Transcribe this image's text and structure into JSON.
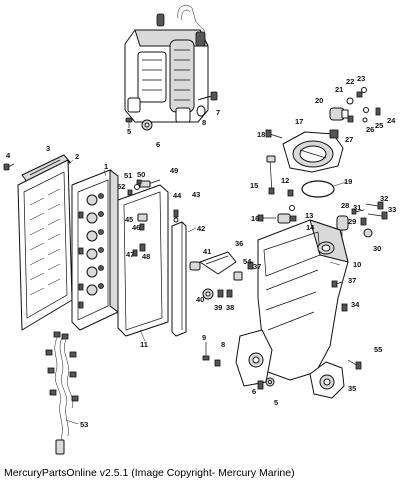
{
  "diagram": {
    "callouts": [
      "1",
      "2",
      "3",
      "4",
      "5",
      "6",
      "7",
      "8",
      "9",
      "10",
      "11",
      "12",
      "13",
      "14",
      "15",
      "16",
      "17",
      "18",
      "19",
      "20",
      "21",
      "22",
      "23",
      "24",
      "25",
      "26",
      "27",
      "28",
      "29",
      "30",
      "31",
      "32",
      "33",
      "34",
      "35",
      "36",
      "37",
      "38",
      "39",
      "40",
      "41",
      "42",
      "43",
      "44",
      "45",
      "46",
      "47",
      "48",
      "49",
      "50",
      "51",
      "52",
      "53",
      "54",
      "55",
      "5",
      "6",
      "8"
    ]
  },
  "footer": {
    "caption": "MercuryPartsOnline v2.5.1 (Image Copyright- Mercury Marine)"
  }
}
